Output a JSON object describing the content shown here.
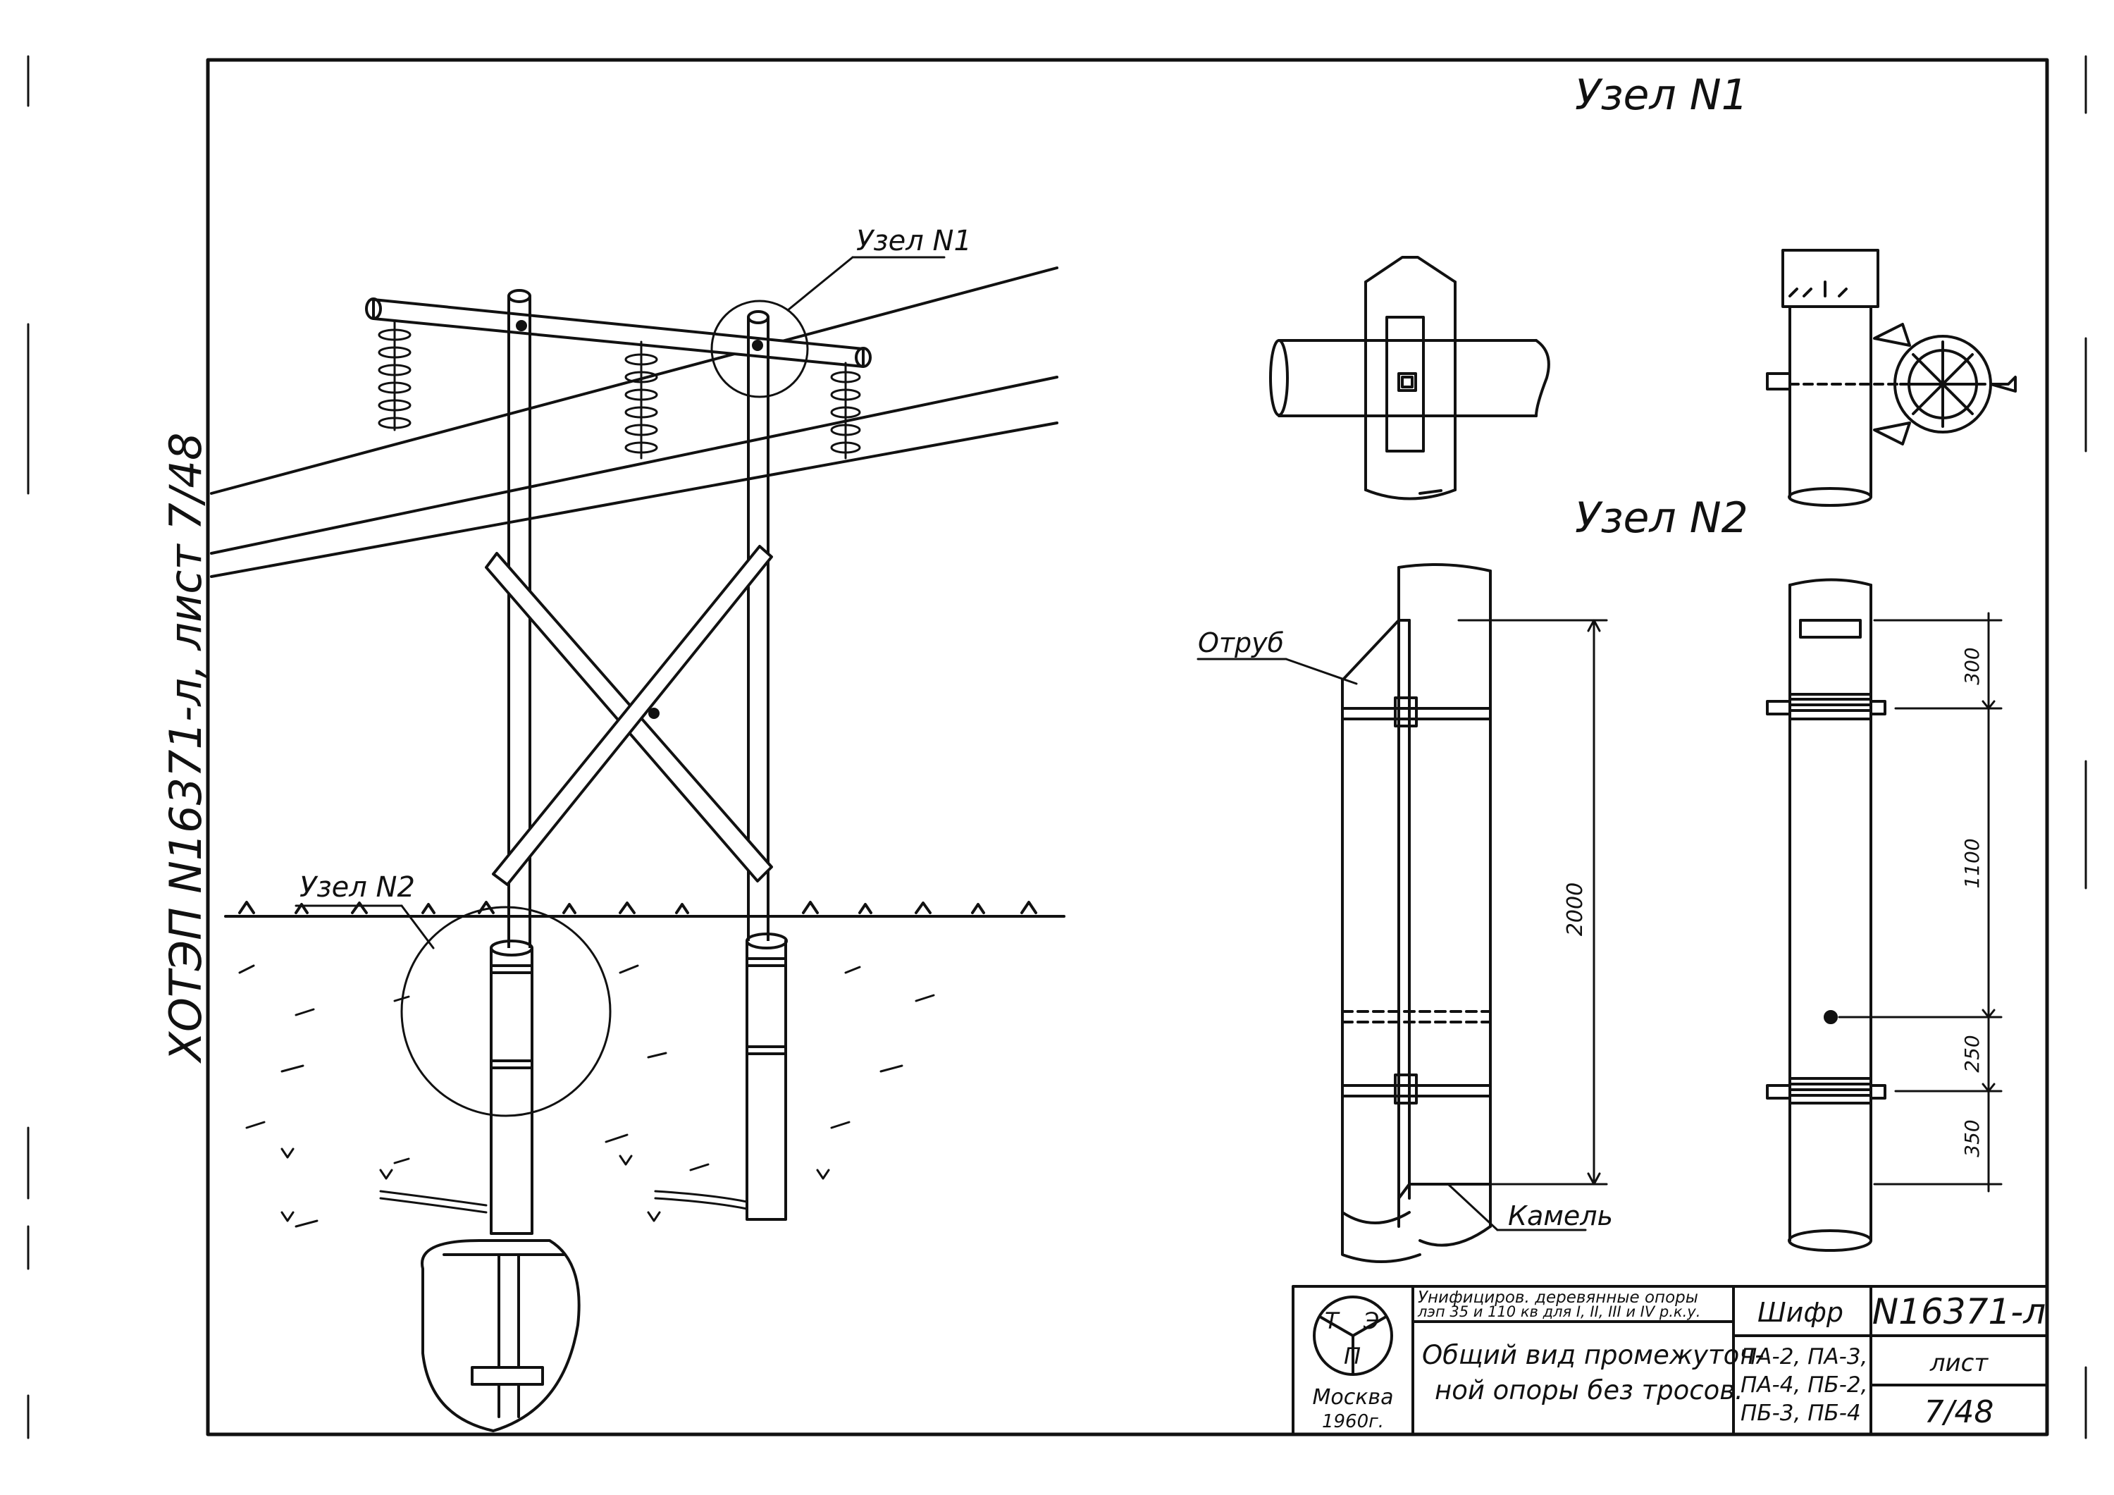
{
  "side_stamp": "ХОТЭП N16371-л, лист 7/48",
  "labels": {
    "uzel1_top": "Узел N1",
    "uzel1_callout": "Узел N1",
    "uzel2_callout": "Узел N2",
    "uzel2_heading": "Узел N2",
    "otrub": "Отруб",
    "kamel": "Камель"
  },
  "dimensions": {
    "d2000": "2000",
    "d300": "300",
    "d1100": "1100",
    "d250": "250",
    "d350": "350"
  },
  "title_block": {
    "logo_letters": [
      "Т",
      "Э",
      "П"
    ],
    "city": "Москва",
    "year": "1960г.",
    "project_line1": "Унифициров. деревянные опоры",
    "project_line2": "лэп 35 и 110 кв для I, II, III и IV р.к.у.",
    "title_line1": "Общий вид промежуточ-",
    "title_line2": "ной опоры без тросов.",
    "cipher_label": "Шифр",
    "cipher_line1": "ПА-2, ПА-3,",
    "cipher_line2": "ПА-4, ПБ-2,",
    "cipher_line3": "ПБ-3, ПБ-4",
    "doc_number": "N16371-л",
    "sheet_label": "лист",
    "sheet_number": "7/48"
  }
}
